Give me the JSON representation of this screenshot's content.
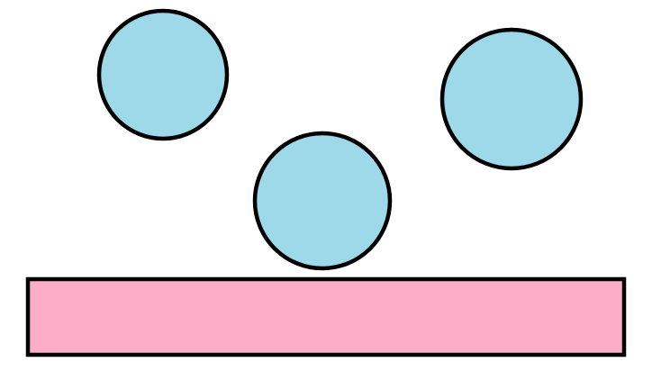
{
  "colors": {
    "background": "#ffffff",
    "circle_fill": "#9dd9e8",
    "rectangle_fill": "#fdadc8",
    "outline": "#000000"
  },
  "shapes": {
    "circles": [
      {
        "name": "circle-top-left"
      },
      {
        "name": "circle-center"
      },
      {
        "name": "circle-right"
      }
    ],
    "rectangle": {
      "name": "base-rectangle"
    }
  }
}
